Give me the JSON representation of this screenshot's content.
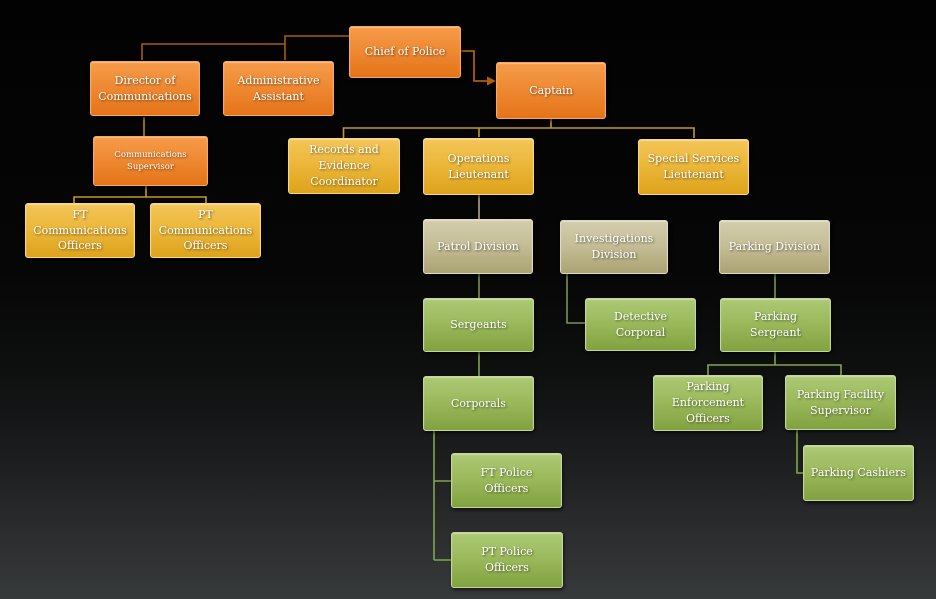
{
  "palette": {
    "level_orange": "#ee8a33",
    "level_gold": "#ecb73b",
    "level_tan": "#c5be97",
    "level_green": "#9cba5c",
    "connector_dark_orange": "#a35f0e",
    "connector_gold": "#c39a21",
    "connector_olive_tan": "#aba67f",
    "connector_olive_green": "#7d9152",
    "connector_green": "#84a44d",
    "text": "#ffffff",
    "background_top": "#000000",
    "background_bottom": "#373a3b"
  },
  "org_chart": {
    "type": "org-tree",
    "nodes": [
      {
        "id": "chief-of-police",
        "label": "Chief of Police",
        "level_color": "orange",
        "reports_to": null
      },
      {
        "id": "director-of-communications",
        "label": "Director of Communications",
        "level_color": "orange",
        "reports_to": "chief-of-police"
      },
      {
        "id": "administrative-assistant",
        "label": "Administrative Assistant",
        "level_color": "orange",
        "reports_to": "chief-of-police"
      },
      {
        "id": "captain",
        "label": "Captain",
        "level_color": "orange",
        "reports_to": "chief-of-police"
      },
      {
        "id": "communications-supervisor",
        "label": "Communications Supervisor",
        "level_color": "orange",
        "reports_to": "director-of-communications"
      },
      {
        "id": "ft-communications-officers",
        "label": "FT Communications Officers",
        "level_color": "gold",
        "reports_to": "communications-supervisor"
      },
      {
        "id": "pt-communications-officers",
        "label": "PT Communications Officers",
        "level_color": "gold",
        "reports_to": "communications-supervisor"
      },
      {
        "id": "records-evidence-coordinator",
        "label": "Records and Evidence Coordinator",
        "level_color": "gold",
        "reports_to": "captain"
      },
      {
        "id": "operations-lieutenant",
        "label": "Operations Lieutenant",
        "level_color": "gold",
        "reports_to": "captain"
      },
      {
        "id": "special-services-lieutenant",
        "label": "Special Services Lieutenant",
        "level_color": "gold",
        "reports_to": "captain"
      },
      {
        "id": "patrol-division",
        "label": "Patrol Division",
        "level_color": "tan",
        "reports_to": "operations-lieutenant"
      },
      {
        "id": "investigations-division",
        "label": "Investigations Division",
        "level_color": "tan",
        "reports_to": "special-services-lieutenant"
      },
      {
        "id": "parking-division",
        "label": "Parking Division",
        "level_color": "tan",
        "reports_to": "special-services-lieutenant"
      },
      {
        "id": "sergeants",
        "label": "Sergeants",
        "level_color": "green",
        "reports_to": "patrol-division"
      },
      {
        "id": "detective-corporal",
        "label": "Detective Corporal",
        "level_color": "green",
        "reports_to": "investigations-division"
      },
      {
        "id": "parking-sergeant",
        "label": "Parking Sergeant",
        "level_color": "green",
        "reports_to": "parking-division"
      },
      {
        "id": "corporals",
        "label": "Corporals",
        "level_color": "green",
        "reports_to": "sergeants"
      },
      {
        "id": "parking-enforcement-officers",
        "label": "Parking Enforcement Officers",
        "level_color": "green",
        "reports_to": "parking-sergeant"
      },
      {
        "id": "parking-facility-supervisor",
        "label": "Parking Facility Supervisor",
        "level_color": "green",
        "reports_to": "parking-sergeant"
      },
      {
        "id": "ft-police-officers",
        "label": "FT Police Officers",
        "level_color": "green",
        "reports_to": "corporals"
      },
      {
        "id": "pt-police-officers",
        "label": "PT Police Officers",
        "level_color": "green",
        "reports_to": "corporals"
      },
      {
        "id": "parking-cashiers",
        "label": "Parking Cashiers",
        "level_color": "green",
        "reports_to": "parking-facility-supervisor"
      }
    ]
  }
}
